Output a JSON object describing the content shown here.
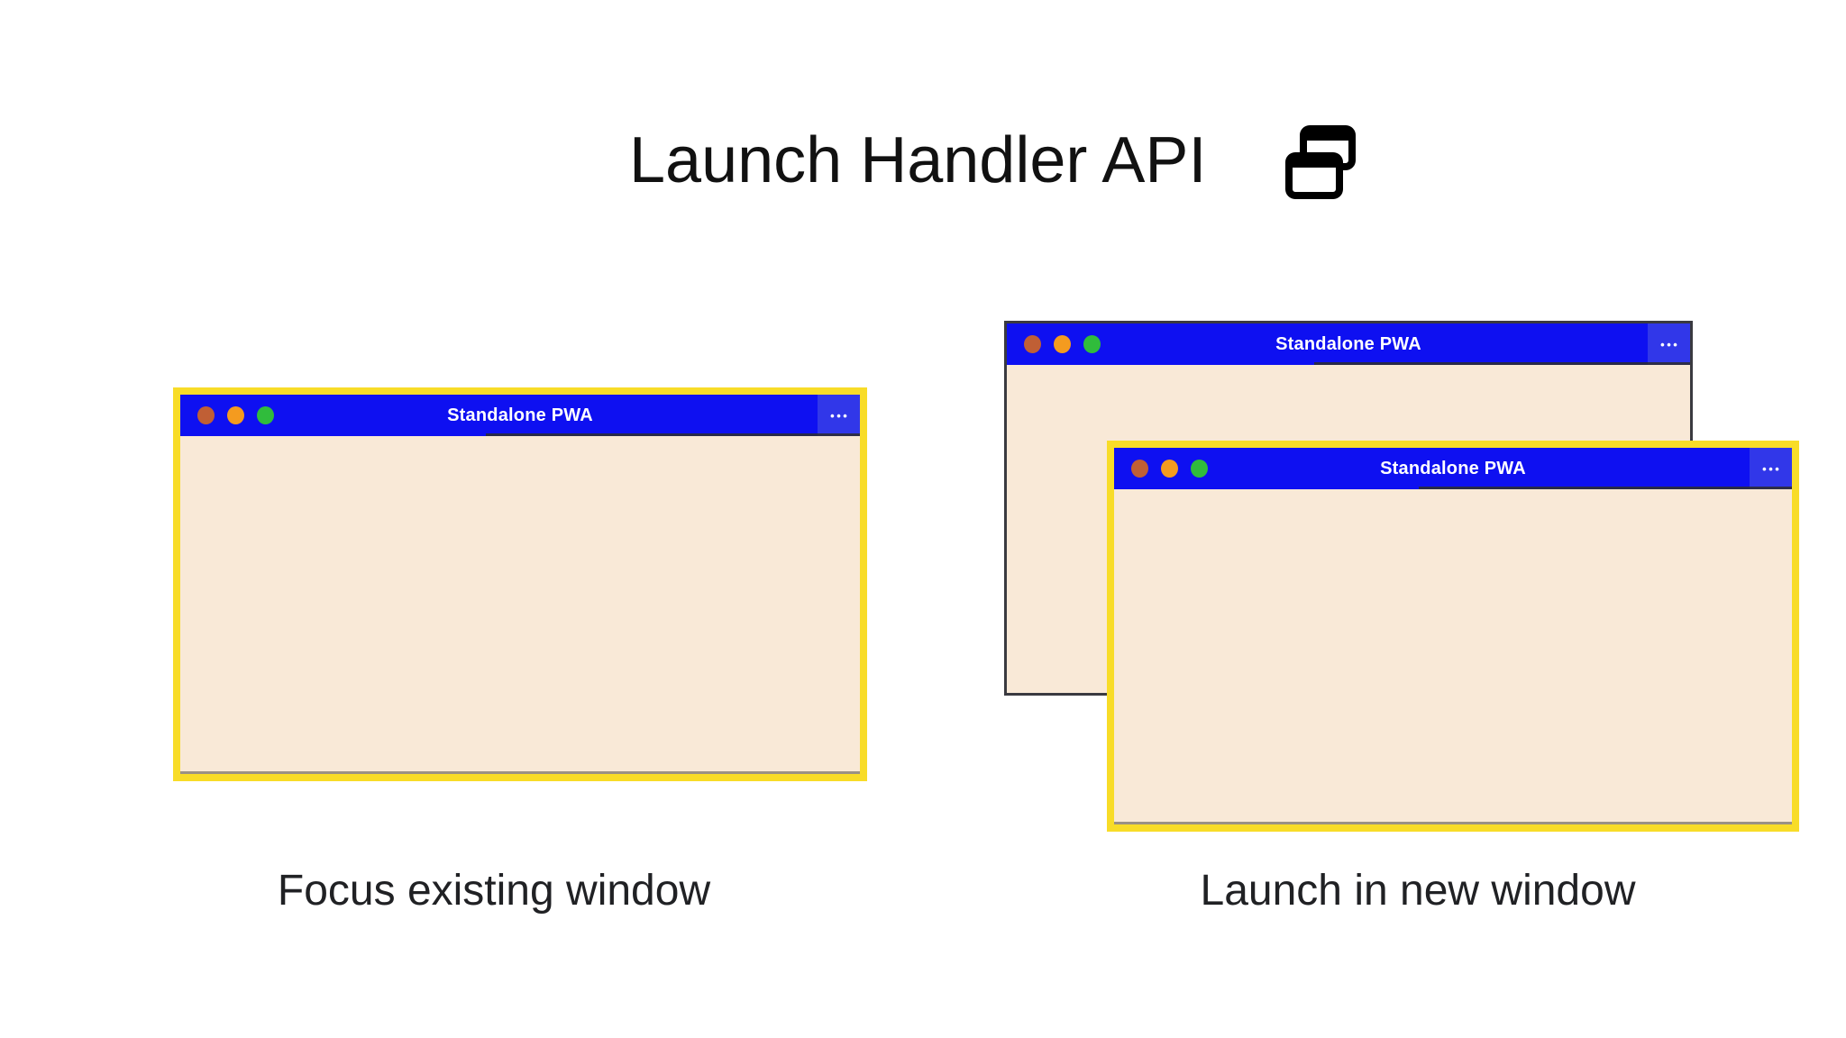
{
  "header": {
    "title": "Launch Handler API",
    "icon": "overlapping-windows-icon"
  },
  "windows": [
    {
      "id": "existing-window",
      "title": "Standalone PWA",
      "menu": "•••",
      "style": "focused-yellow-border"
    },
    {
      "id": "background-window",
      "title": "Standalone PWA",
      "menu": "•••",
      "style": "plain-gray-border"
    },
    {
      "id": "new-window",
      "title": "Standalone PWA",
      "menu": "•••",
      "style": "focused-yellow-border"
    }
  ],
  "captions": {
    "left": "Focus existing window",
    "right": "Launch in new window"
  },
  "icons": {
    "header": "overlapping-windows-icon",
    "window_controls": [
      "close-icon",
      "minimize-icon",
      "maximize-icon"
    ],
    "menu": "ellipsis-icon"
  },
  "colors": {
    "titlebar_blue": "#0e10f1",
    "menu_segment_blue": "#3137e9",
    "focus_border_yellow": "#f8dc28",
    "plain_border_gray": "#3a3a40",
    "window_body": "#f9e9d7",
    "dot_red": "#c05f35",
    "dot_orange": "#f49b1f",
    "dot_green": "#30bc3c",
    "text_black": "#1c1c1c"
  }
}
